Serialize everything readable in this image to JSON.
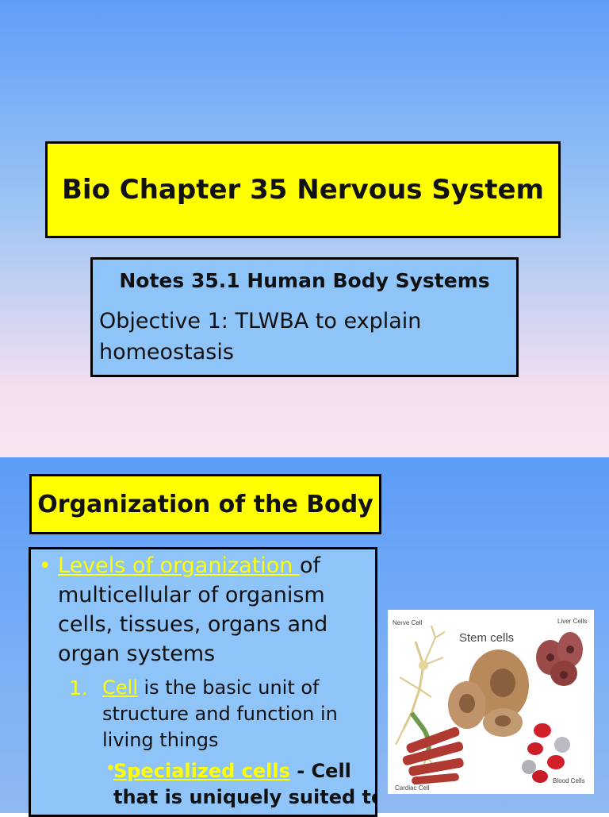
{
  "slide1": {
    "title": "Bio Chapter 35 Nervous System",
    "notes_title": "Notes 35.1 Human Body Systems",
    "objective_line1": "Objective 1: TLWBA to explain",
    "objective_line2": "homeostasis"
  },
  "slide2": {
    "title": "Organization of the Body",
    "bullet": {
      "highlight": "Levels of organization ",
      "rest_line1": "of",
      "line2": "multicellular of organism",
      "line3": "cells, tissues, organs and",
      "line4": "organ systems"
    },
    "numbered": {
      "number": "1.",
      "highlight": "Cell",
      "rest_line1": " is the basic unit of",
      "line2": "structure and function in",
      "line3": "living things"
    },
    "sub_bullet": {
      "highlight": "Specialized cells",
      "rest_line1": " - Cell",
      "line2": "that is uniquely suited to"
    },
    "image": {
      "center_label": "Stem cells",
      "labels": [
        "Nerve Cell",
        "Liver Cells",
        "Cardiac Cell",
        "Blood Cells"
      ]
    }
  },
  "colors": {
    "highlight": "#ffff00",
    "box_blue": "#8ec4f8"
  }
}
